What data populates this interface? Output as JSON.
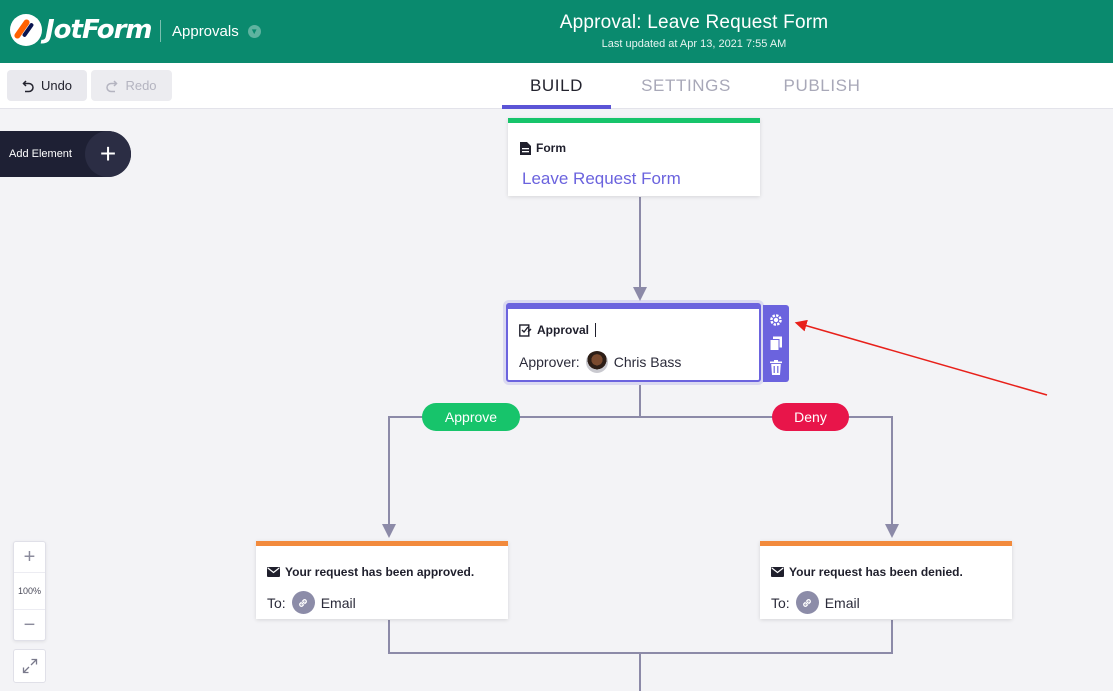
{
  "brand": {
    "name": "JotForm",
    "color": "#0a8a6e"
  },
  "header": {
    "app_switch_label": "Approvals",
    "title": "Approval: Leave Request Form",
    "subtitle": "Last updated at Apr 13, 2021 7:55 AM"
  },
  "toolbar": {
    "undo_label": "Undo",
    "redo_label": "Redo"
  },
  "tabs": [
    {
      "label": "BUILD",
      "active": true
    },
    {
      "label": "SETTINGS",
      "active": false
    },
    {
      "label": "PUBLISH",
      "active": false
    }
  ],
  "add_element": {
    "label": "Add Element",
    "icon": "plus-icon"
  },
  "flow": {
    "form_node": {
      "type_label": "Form",
      "name": "Leave Request Form",
      "accent": "#17c46b"
    },
    "approval_node": {
      "type_label": "Approval",
      "approver_label": "Approver:",
      "approver_name": "Chris Bass",
      "accent": "#6b63de"
    },
    "node_actions": [
      "gear-icon",
      "copy-icon",
      "trash-icon"
    ],
    "branches": {
      "approve_label": "Approve",
      "approve_color": "#17c46b",
      "deny_label": "Deny",
      "deny_color": "#e8154a"
    },
    "approved_email": {
      "title": "Your request has been approved.",
      "to_label": "To:",
      "recipient": "Email",
      "accent": "#f28a3c"
    },
    "denied_email": {
      "title": "Your request has been denied.",
      "to_label": "To:",
      "recipient": "Email",
      "accent": "#f28a3c"
    }
  },
  "zoom": {
    "level": "100%",
    "in_icon": "plus-icon",
    "out_icon": "minus-icon",
    "fit_icon": "expand-icon"
  },
  "annotation": {
    "arrow_color": "#e8201a"
  }
}
